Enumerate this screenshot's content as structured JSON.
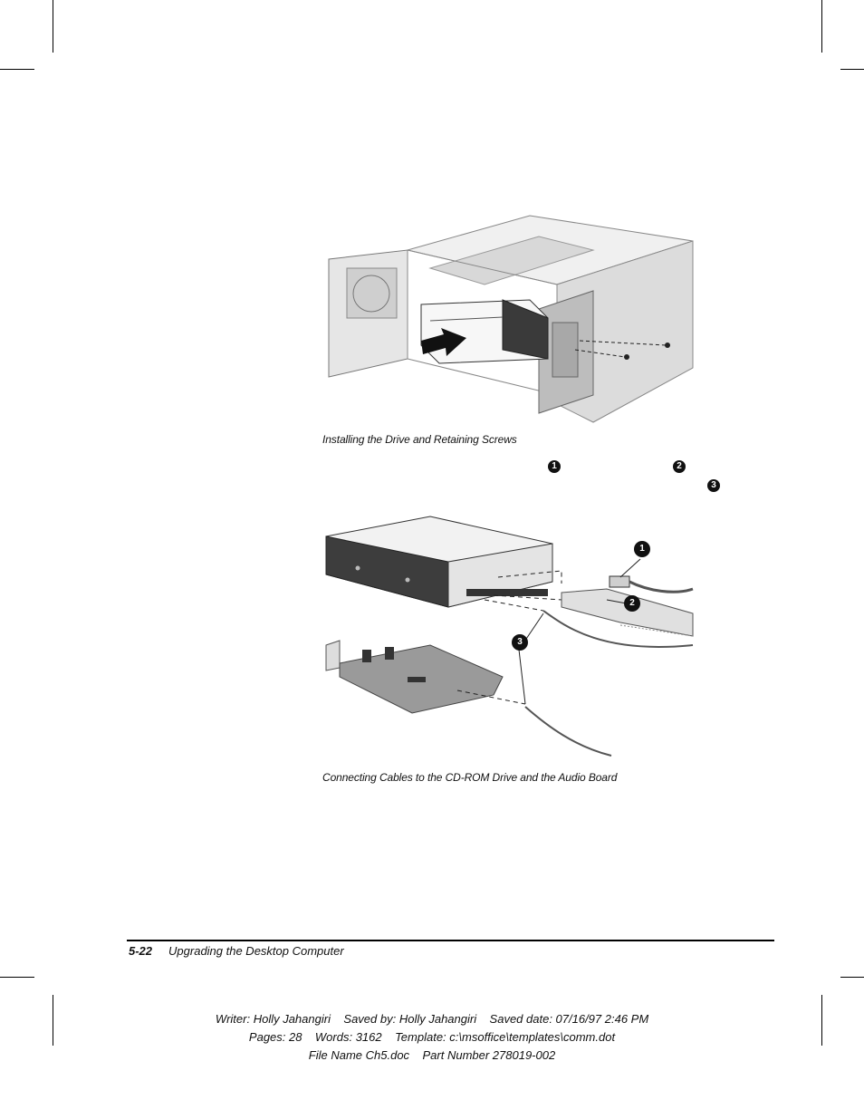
{
  "figures": {
    "figure1_caption": "Installing the Drive and Retaining Screws",
    "figure2_caption": "Connecting Cables to the CD-ROM Drive and the Audio Board"
  },
  "callouts": {
    "text_1": "1",
    "text_2": "2",
    "text_3": "3",
    "fig_1": "1",
    "fig_2": "2",
    "fig_3": "3"
  },
  "footer": {
    "page_number": "5-22",
    "chapter_title": "Upgrading the Desktop Computer"
  },
  "document_meta": {
    "line1": "Writer: Holly Jahangiri    Saved by: Holly Jahangiri    Saved date: 07/16/97 2:46 PM",
    "line2": "Pages: 28    Words: 3162    Template: c:\\msoffice\\templates\\comm.dot",
    "line3": "File Name Ch5.doc    Part Number 278019-002"
  }
}
